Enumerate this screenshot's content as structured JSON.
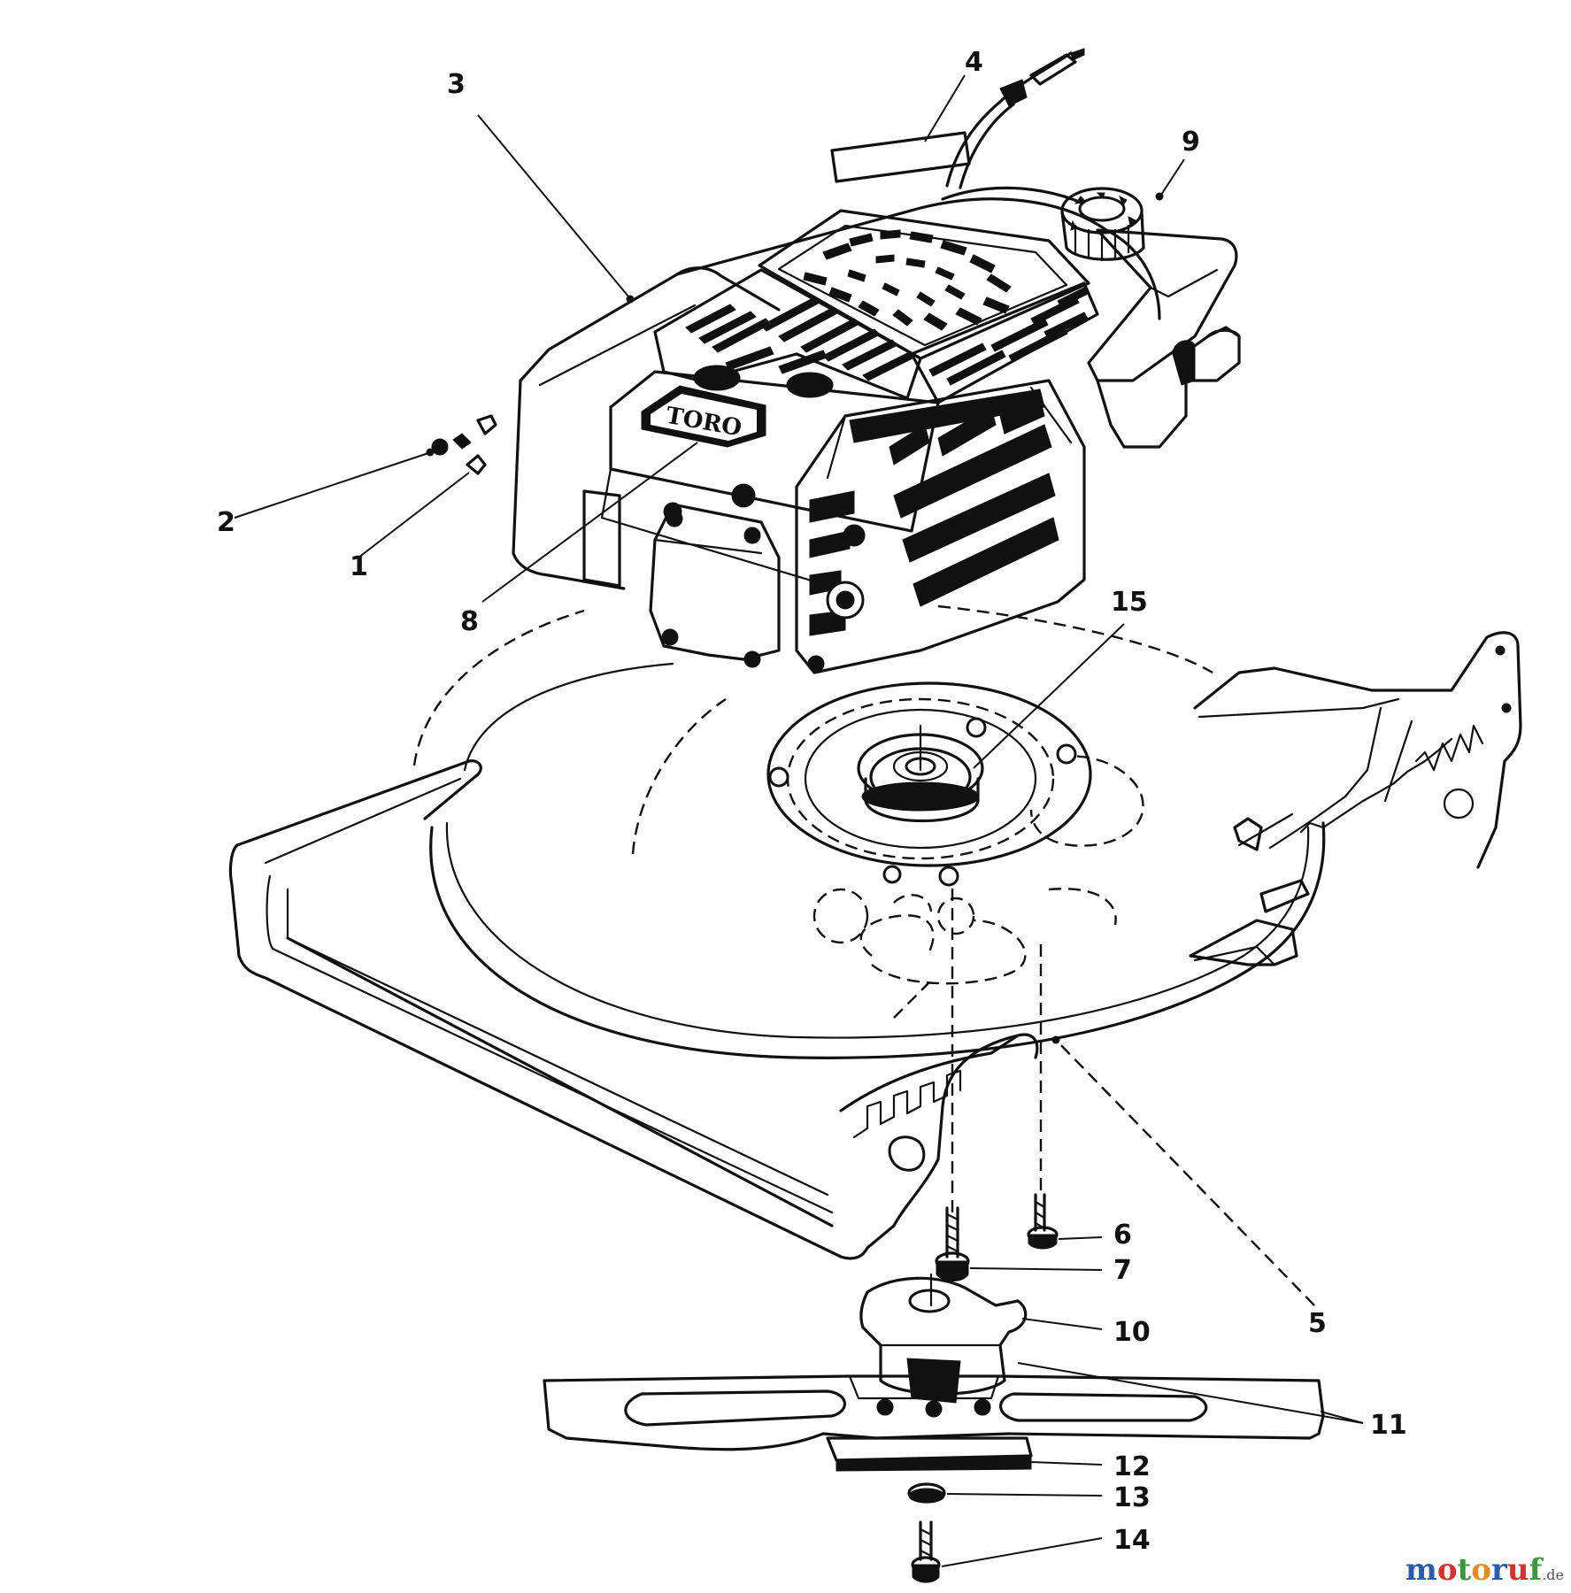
{
  "diagram": {
    "engine_brand": "TORO",
    "callouts": [
      {
        "id": "1",
        "label": "1"
      },
      {
        "id": "2",
        "label": "2"
      },
      {
        "id": "3",
        "label": "3"
      },
      {
        "id": "4",
        "label": "4"
      },
      {
        "id": "5",
        "label": "5"
      },
      {
        "id": "6",
        "label": "6"
      },
      {
        "id": "7",
        "label": "7"
      },
      {
        "id": "8",
        "label": "8"
      },
      {
        "id": "9",
        "label": "9"
      },
      {
        "id": "10",
        "label": "10"
      },
      {
        "id": "11",
        "label": "11"
      },
      {
        "id": "12",
        "label": "12"
      },
      {
        "id": "13",
        "label": "13"
      },
      {
        "id": "14",
        "label": "14"
      },
      {
        "id": "15",
        "label": "15"
      }
    ]
  },
  "watermark": {
    "m1": "m",
    "o1": "o",
    "t": "t",
    "o2": "o",
    "r": "r",
    "u": "u",
    "f": "f",
    "tld": ".de"
  },
  "colors": {
    "line": "#111111",
    "background": "#ffffff",
    "wm_blue": "#2a5db0",
    "wm_red": "#d8312b",
    "wm_green": "#3a9a3a",
    "wm_orange": "#e88a1a"
  }
}
